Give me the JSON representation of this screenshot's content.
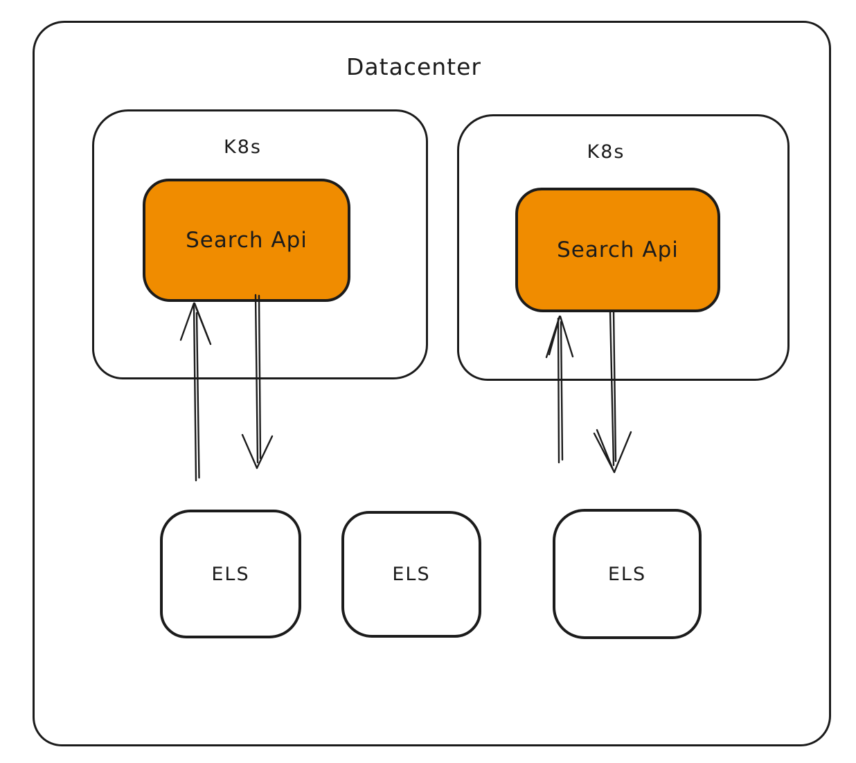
{
  "diagram": {
    "title": "Datacenter",
    "clusters": [
      {
        "label": "K8s",
        "service": {
          "label": "Search Api"
        }
      },
      {
        "label": "K8s",
        "service": {
          "label": "Search Api"
        }
      }
    ],
    "datastores": [
      {
        "label": "ELS"
      },
      {
        "label": "ELS"
      },
      {
        "label": "ELS"
      }
    ],
    "arrows": [
      {
        "name": "left-cluster-inbound",
        "direction": "up"
      },
      {
        "name": "left-cluster-outbound",
        "direction": "down"
      },
      {
        "name": "right-cluster-inbound",
        "direction": "up"
      },
      {
        "name": "right-cluster-outbound",
        "direction": "down"
      }
    ],
    "colors": {
      "stroke": "#1b1b1b",
      "service_fill": "#f08c00",
      "background": "#ffffff"
    }
  }
}
